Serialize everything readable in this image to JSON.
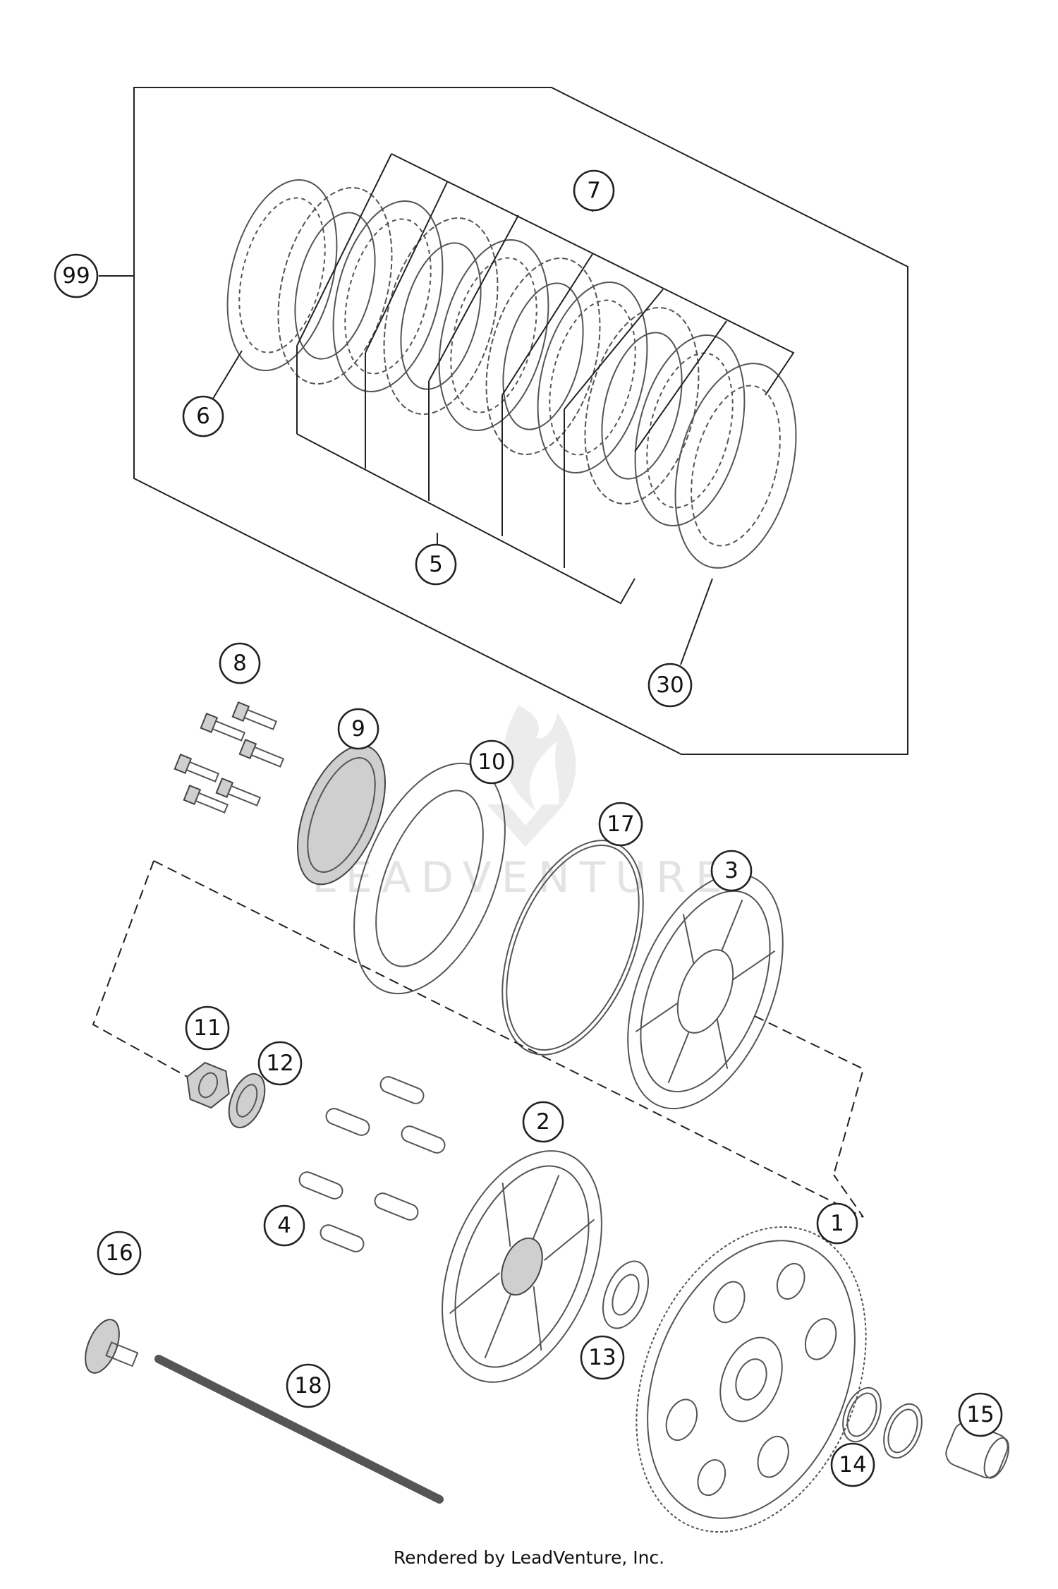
{
  "callouts": {
    "c99": "99",
    "c7": "7",
    "c6": "6",
    "c5": "5",
    "c30": "30",
    "c8": "8",
    "c9": "9",
    "c10": "10",
    "c17": "17",
    "c3": "3",
    "c11": "11",
    "c12": "12",
    "c2": "2",
    "c4": "4",
    "c1": "1",
    "c16": "16",
    "c13": "13",
    "c18": "18",
    "c14": "14",
    "c15": "15"
  },
  "watermark": {
    "text": "LEADVENTURE"
  },
  "footer": {
    "text": "Rendered by LeadVenture, Inc."
  }
}
